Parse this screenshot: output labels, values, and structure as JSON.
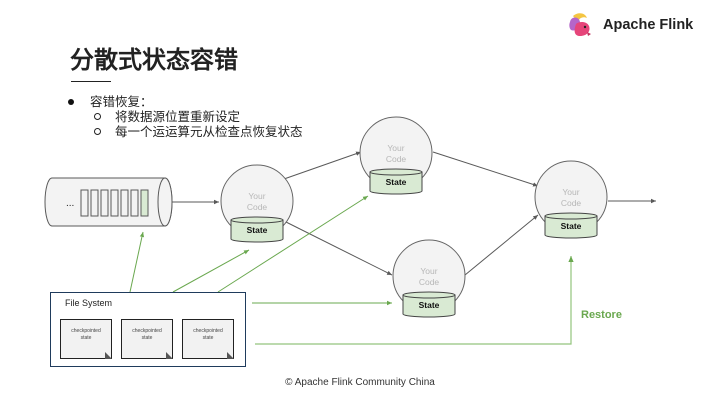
{
  "slide": {
    "title": "分散式状态容错",
    "bullets": {
      "main": "容错恢复：",
      "sub": [
        "将数据源位置重新设定",
        "每一个运运算元从检查点恢复状态"
      ]
    },
    "logo": {
      "icon": "flink-squirrel-icon",
      "text": "Apache Flink"
    },
    "footer": "© Apache Flink Community China"
  },
  "diagram": {
    "source": {
      "ellipsis": "...",
      "record_count": 7,
      "highlighted_record": 7
    },
    "operators": [
      {
        "id": "op1",
        "code_label": [
          "Your",
          "Code"
        ],
        "state_label": "State"
      },
      {
        "id": "op2",
        "code_label": [
          "Your",
          "Code"
        ],
        "state_label": "State"
      },
      {
        "id": "op3",
        "code_label": [
          "Your",
          "Code"
        ],
        "state_label": "State"
      },
      {
        "id": "op4",
        "code_label": [
          "Your",
          "Code"
        ],
        "state_label": "State"
      }
    ],
    "file_system": {
      "label": "File System",
      "checkpoints": [
        {
          "line1": "checkpointed",
          "line2": "state"
        },
        {
          "line1": "checkpointed",
          "line2": "state"
        },
        {
          "line1": "checkpointed",
          "line2": "state"
        }
      ]
    },
    "restore_label": "Restore",
    "colors": {
      "restore_green": "#6aa84f",
      "state_fill": "#d9ead3",
      "node_fill": "#f3f3f3",
      "edge": "#595959",
      "fs_border": "#1f3b5c"
    }
  }
}
